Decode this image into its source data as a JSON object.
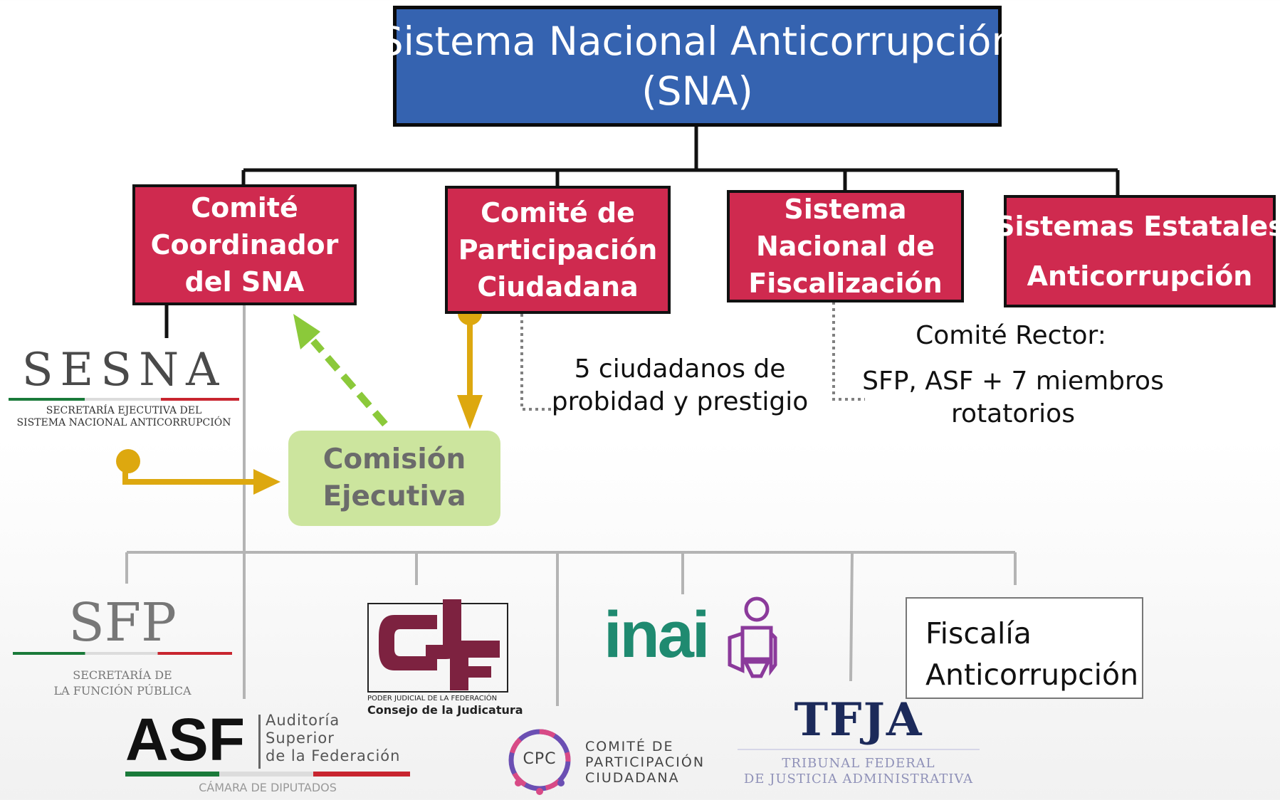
{
  "top": {
    "line1": "Sistema Nacional Anticorrupción",
    "line2": "(SNA)"
  },
  "boxes": {
    "comite_coordinador": [
      "Comité",
      "Coordinador",
      "del SNA"
    ],
    "comite_participacion": [
      "Comité de",
      "Participación",
      "Ciudadana"
    ],
    "sistema_fiscalizacion": [
      "Sistema",
      "Nacional de",
      "Fiscalización"
    ],
    "sistemas_estatales": [
      "Sistemas Estatales",
      "Anticorrupción"
    ],
    "comision_ejecutiva": [
      "Comisión",
      "Ejecutiva"
    ]
  },
  "notes": {
    "ciudadanos": [
      "5 ciudadanos de",
      "probidad y prestigio"
    ],
    "comite_rector_title": "Comité Rector:",
    "comite_rector_body": [
      "SFP, ASF + 7 miembros",
      "rotatorios"
    ]
  },
  "fiscalia": [
    "Fiscalía",
    "Anticorrupción"
  ],
  "logos": {
    "sesna": {
      "mark": "SESNA",
      "sub1": "SECRETARÍA EJECUTIVA DEL",
      "sub2": "SISTEMA NACIONAL ANTICORRUPCIÓN"
    },
    "sfp": {
      "mark": "SFP",
      "sub1": "SECRETARÍA DE",
      "sub2": "LA FUNCIÓN PÚBLICA"
    },
    "asf": {
      "mark": "ASF",
      "l1": "Auditoría",
      "l2": "Superior",
      "l3": "de la Federación",
      "sub": "CÁMARA DE DIPUTADOS"
    },
    "cjf": {
      "sub1": "PODER JUDICIAL DE LA FEDERACIÓN",
      "sub2": "Consejo de la Judicatura"
    },
    "cpc": {
      "mark": "CPC",
      "l1": "COMITÉ DE",
      "l2": "PARTICIPACIÓN",
      "l3": "CIUDADANA"
    },
    "inai": {
      "mark": "inai"
    },
    "tfja": {
      "mark": "TFJA",
      "sub1": "TRIBUNAL FEDERAL",
      "sub2": "DE JUSTICIA ADMINISTRATIVA"
    }
  },
  "colors": {
    "top_box": "#3563b0",
    "red_box": "#cf2a4f",
    "comision": "#cce59e",
    "gold_arrow": "#dda80f",
    "green_arrow": "#8bc93a",
    "wire": "#111111",
    "gray_wire": "#b4b4b4"
  }
}
